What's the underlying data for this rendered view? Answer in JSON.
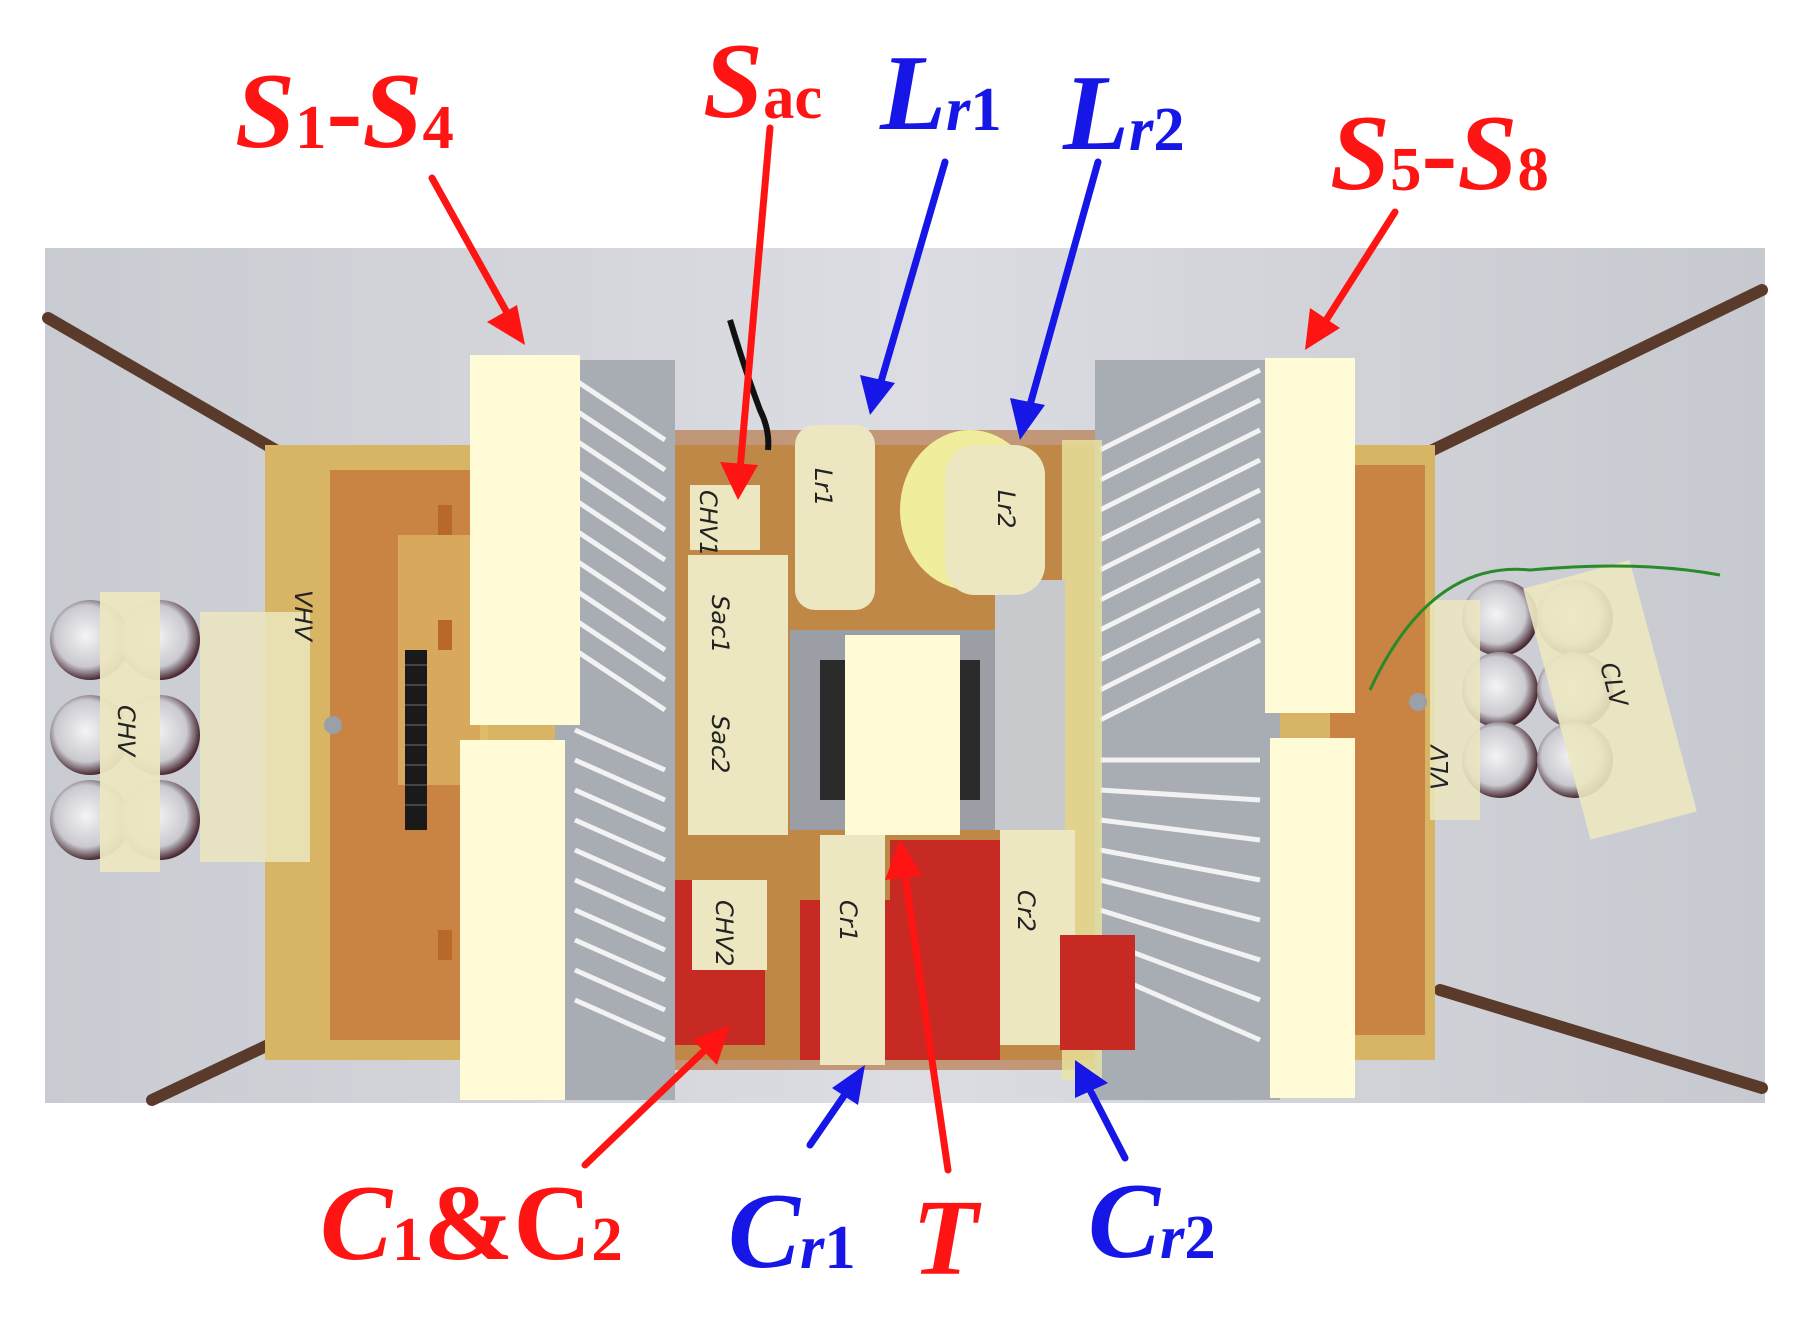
{
  "labels": {
    "s1_s4": {
      "a": "S",
      "a_sub": "1",
      "dash": "-",
      "b": "S",
      "b_sub": "4"
    },
    "s_ac": {
      "main": "S",
      "sub": "ac"
    },
    "l_r1": {
      "main": "L",
      "sub_i": "r",
      "sub_n": "1"
    },
    "l_r2": {
      "main": "L",
      "sub_i": "r",
      "sub_n": "2"
    },
    "s5_s8": {
      "a": "S",
      "a_sub": "5",
      "dash": "-",
      "b": "S",
      "b_sub": "8"
    },
    "c1_c2": {
      "a": "C",
      "a_sub": "1",
      "amp": "&",
      "b": "C",
      "b_sub": "2"
    },
    "c_r1": {
      "main": "C",
      "sub_i": "r",
      "sub_n": "1"
    },
    "t": {
      "main": "T"
    },
    "c_r2": {
      "main": "C",
      "sub_i": "r",
      "sub_n": "2"
    }
  },
  "board_text": {
    "v_hv": "VHV",
    "c_hv": "CHV",
    "s_ac1": "Sac1",
    "s_ac2": "Sac2",
    "c_hv1": "CHV1",
    "c_hv2": "CHV2",
    "l_r1": "Lr1",
    "l_r2": "Lr2",
    "c_r1": "Cr1",
    "c_r2": "Cr2",
    "c_lv": "CLV",
    "v_lv": "VLV"
  },
  "colors": {
    "red_label": "#ff1414",
    "blue_label": "#1616e6",
    "background_gray": "#d4d5dc",
    "pcb": "#d8b465",
    "copper": "#c77a3d",
    "heatsink": "#b9bcc2",
    "cover_box": "#fffbd6",
    "capacitor_red": "#c62a22",
    "tape": "#ece7c0",
    "rod": "#5a3a2a"
  }
}
